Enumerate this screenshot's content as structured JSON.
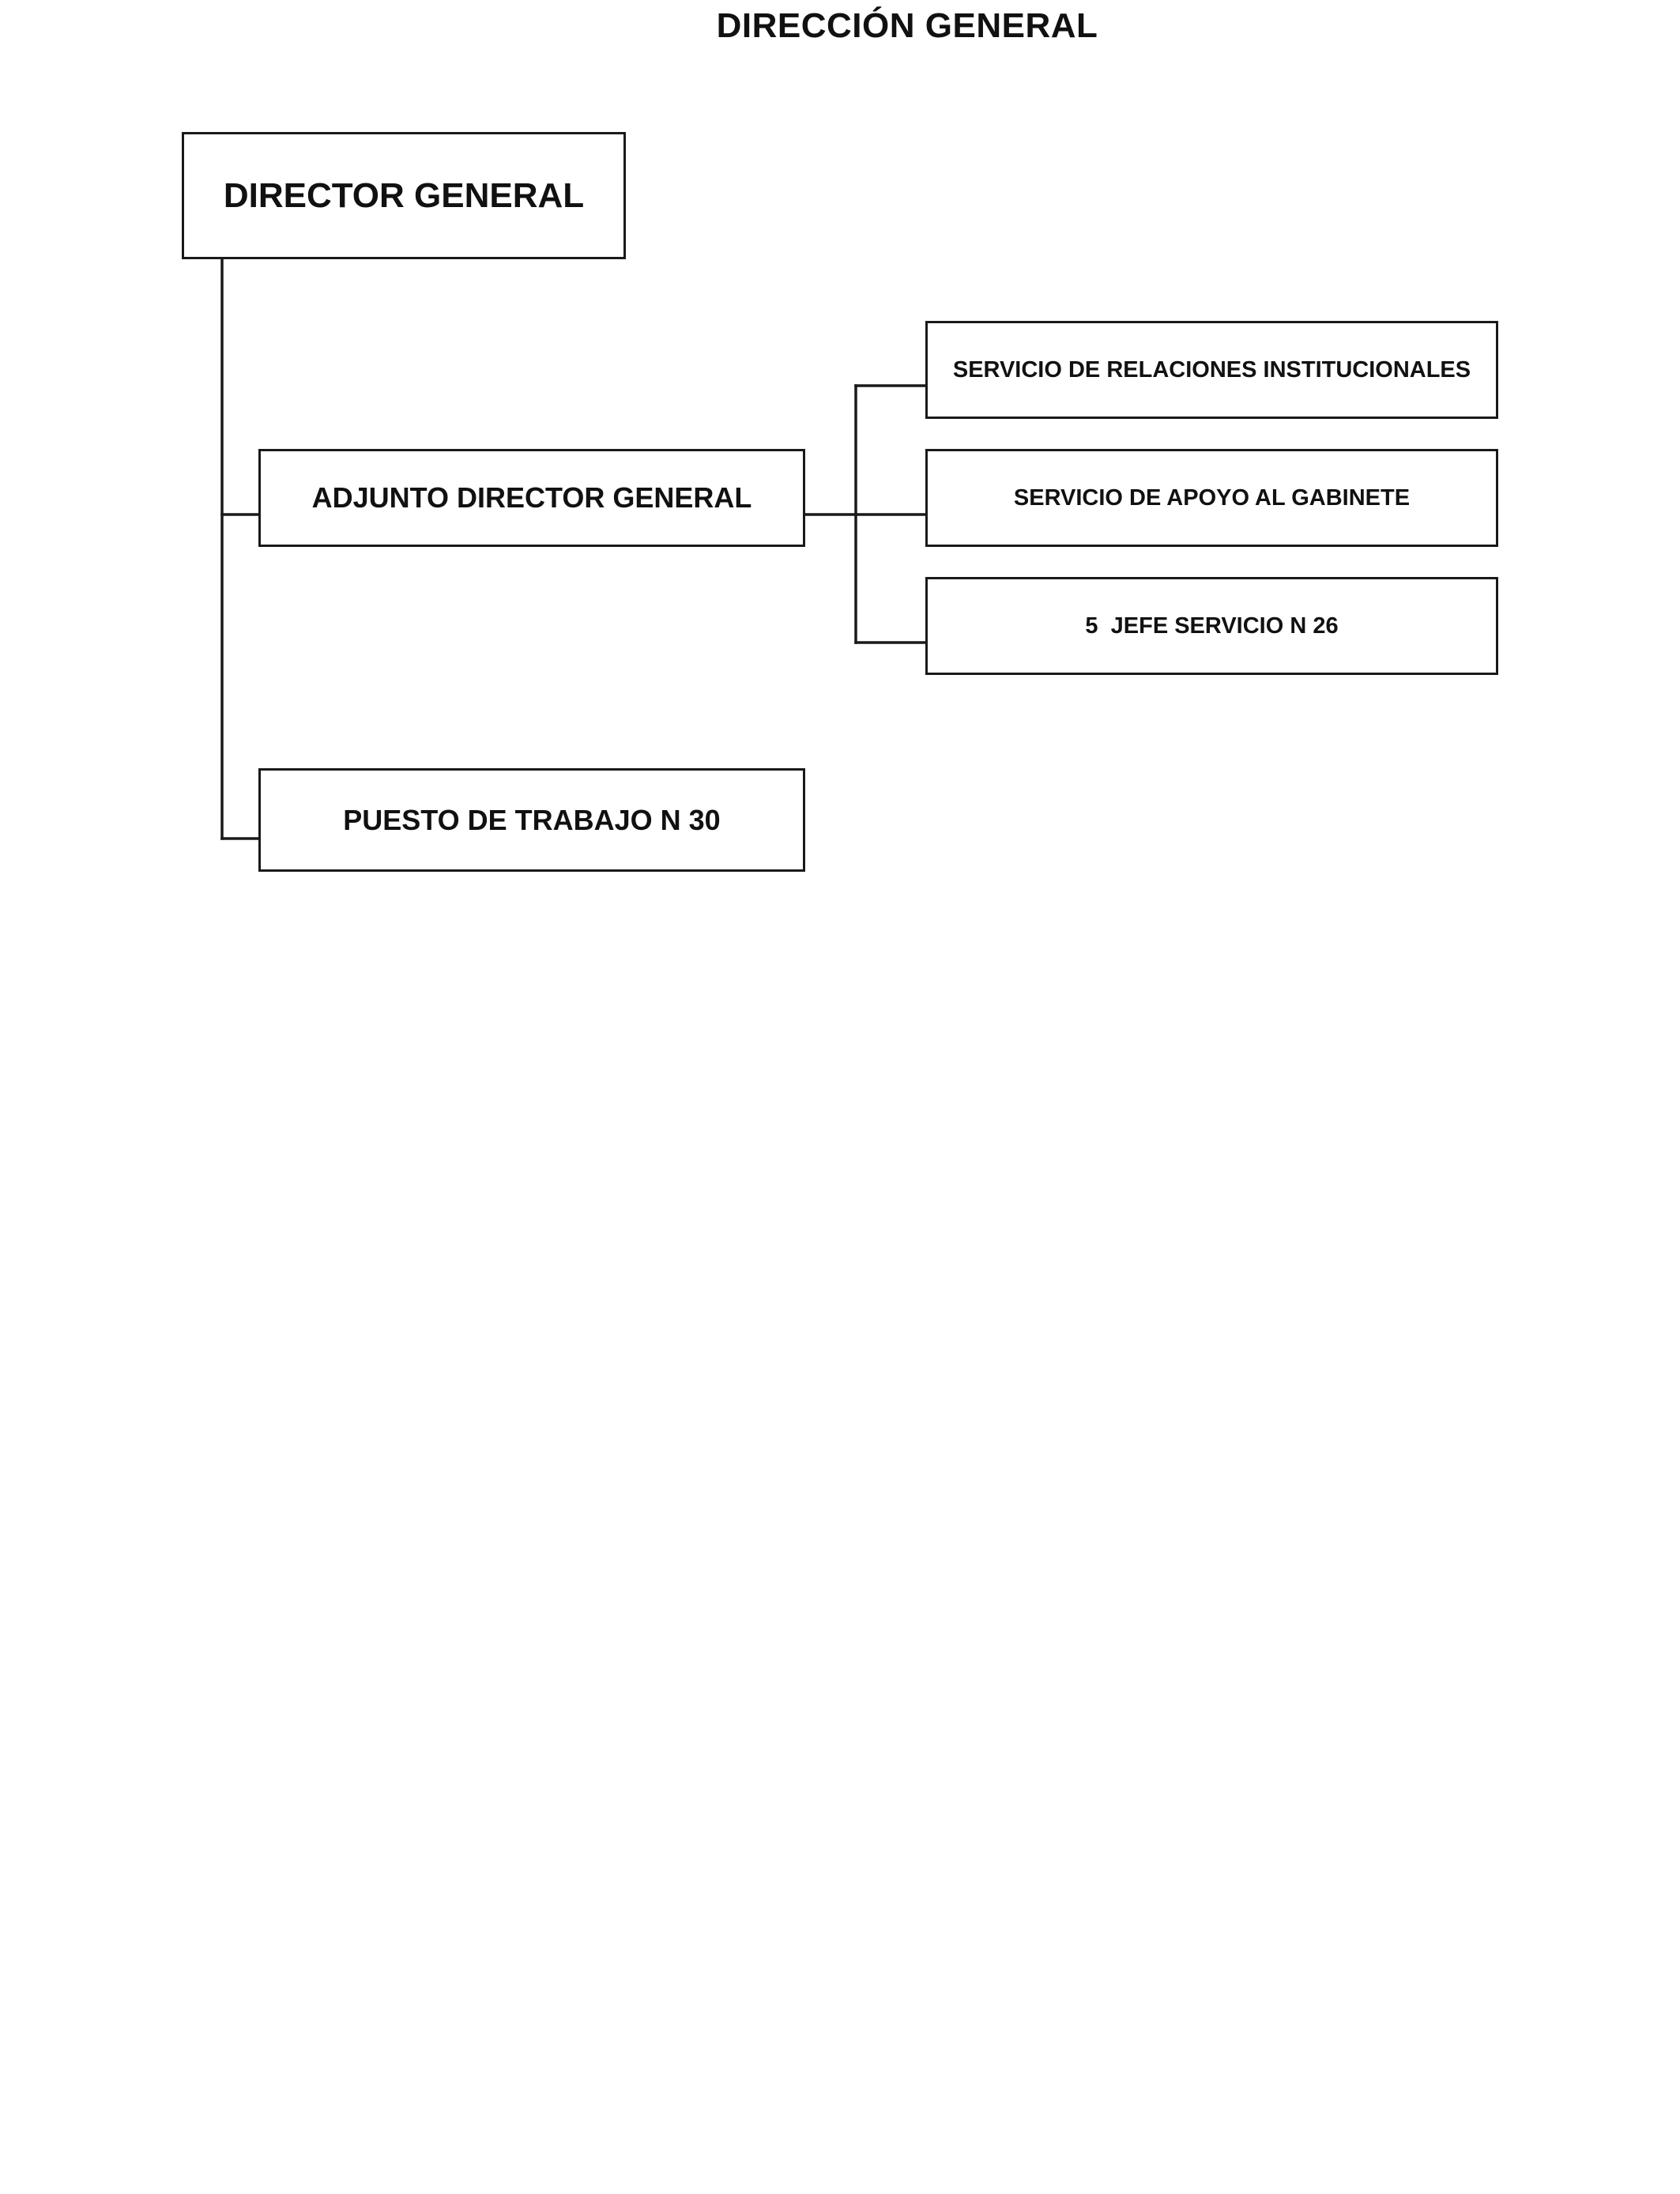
{
  "title": "DIRECCIÓN GENERAL",
  "org_chart": {
    "root": {
      "label": "DIRECTOR GENERAL"
    },
    "children": [
      {
        "label": "ADJUNTO DIRECTOR GENERAL",
        "children": [
          {
            "label": "SERVICIO DE RELACIONES INSTITUCIONALES"
          },
          {
            "label": "SERVICIO DE APOYO AL GABINETE"
          },
          {
            "label": "5  JEFE SERVICIO N 26"
          }
        ]
      },
      {
        "label": "PUESTO DE TRABAJO N 30"
      }
    ]
  },
  "colors": {
    "line": "#1a1a1a",
    "text": "#111111",
    "background": "#ffffff"
  }
}
